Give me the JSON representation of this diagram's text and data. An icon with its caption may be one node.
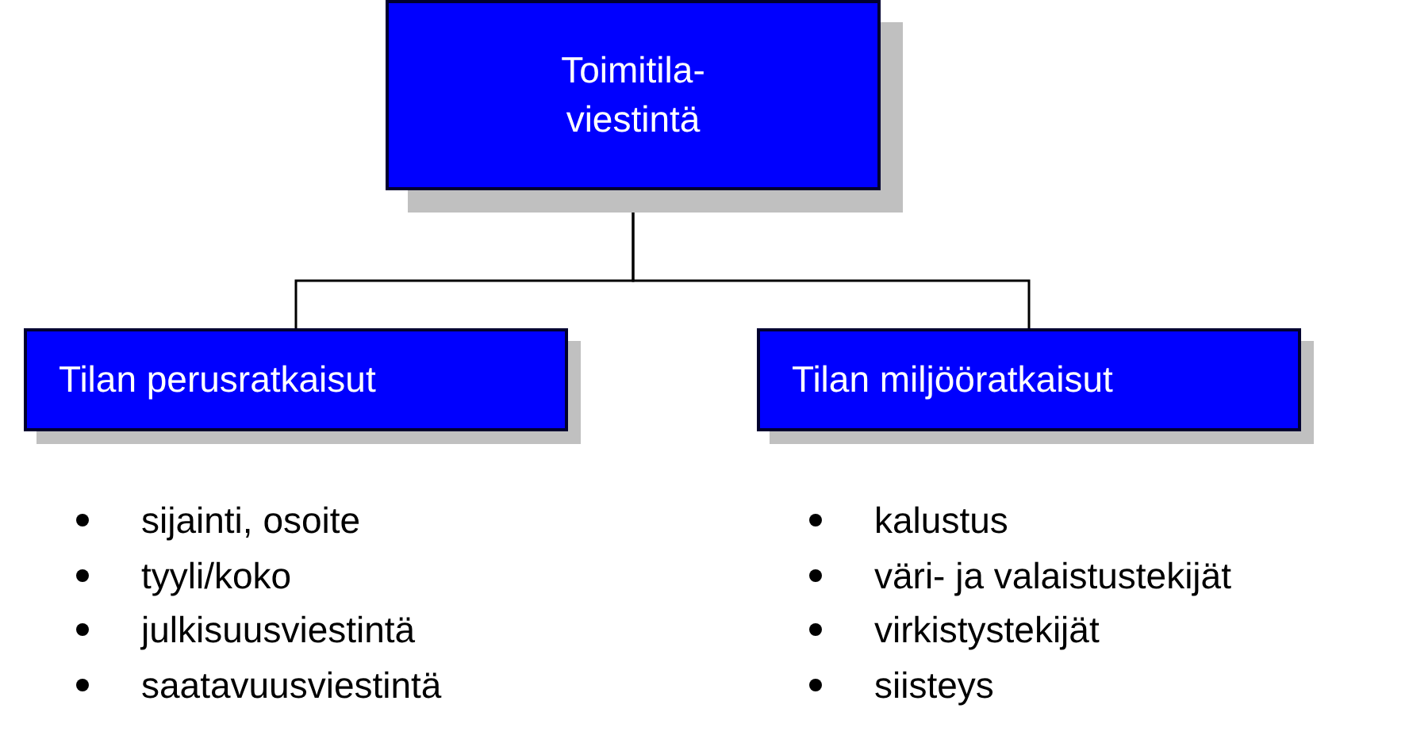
{
  "diagram": {
    "nodes": [
      {
        "text": [
          "Toimitila- viestintä"
        ]
      },
      {
        "text": [
          "Tilan perusratkaisut"
        ],
        "beside": [
          "sijainti, osoite",
          "tyyli/koko",
          "julkisuusviestintä",
          "saatavuusviestintä"
        ]
      },
      {
        "text": [
          "Tilan miljööratkaisut"
        ],
        "beside": [
          "kalustus",
          "väri- ja valaistustekijät",
          "virkistystekijät",
          "siisteys"
        ]
      }
    ],
    "edges": [
      {
        "from": 0,
        "to": 1,
        "arrow": "none"
      },
      {
        "from": 0,
        "to": 2,
        "arrow": "none"
      }
    ]
  }
}
